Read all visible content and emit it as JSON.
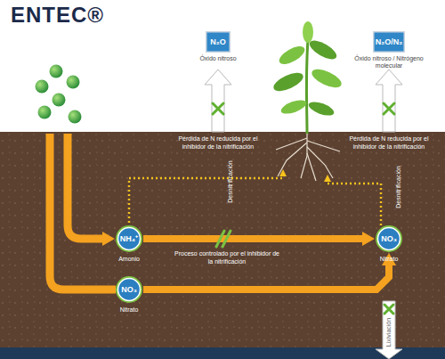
{
  "diagram": {
    "nodes": [
      {
        "text": [
          "N₂O",
          "Óxido nitroso"
        ]
      },
      {
        "text": [
          "N₂O/N₂",
          "Óxido nitroso / Nitrógeno molecular"
        ]
      },
      {
        "text": [
          "NH₄⁺",
          "Amonio"
        ]
      },
      {
        "text": [
          "NO₃",
          "Nitrato"
        ]
      },
      {
        "text": [
          "NO₃",
          "Nitrato"
        ]
      }
    ],
    "edges": [
      {
        "from": 2,
        "to": 4,
        "arrow": "to",
        "label": "Proceso controlado por el inhibidor de la nitrificación"
      },
      {
        "from": 3,
        "to": 4,
        "arrow": "to"
      }
    ],
    "labels": [
      "ENTEC®",
      "Pérdida de N reducida por el inhibidor de la nitrificación",
      "Pérdida de N reducida por el inhibidor de la nitrificación",
      "Desnitrificación",
      "Desnitrificación",
      "Lixiviación"
    ]
  }
}
